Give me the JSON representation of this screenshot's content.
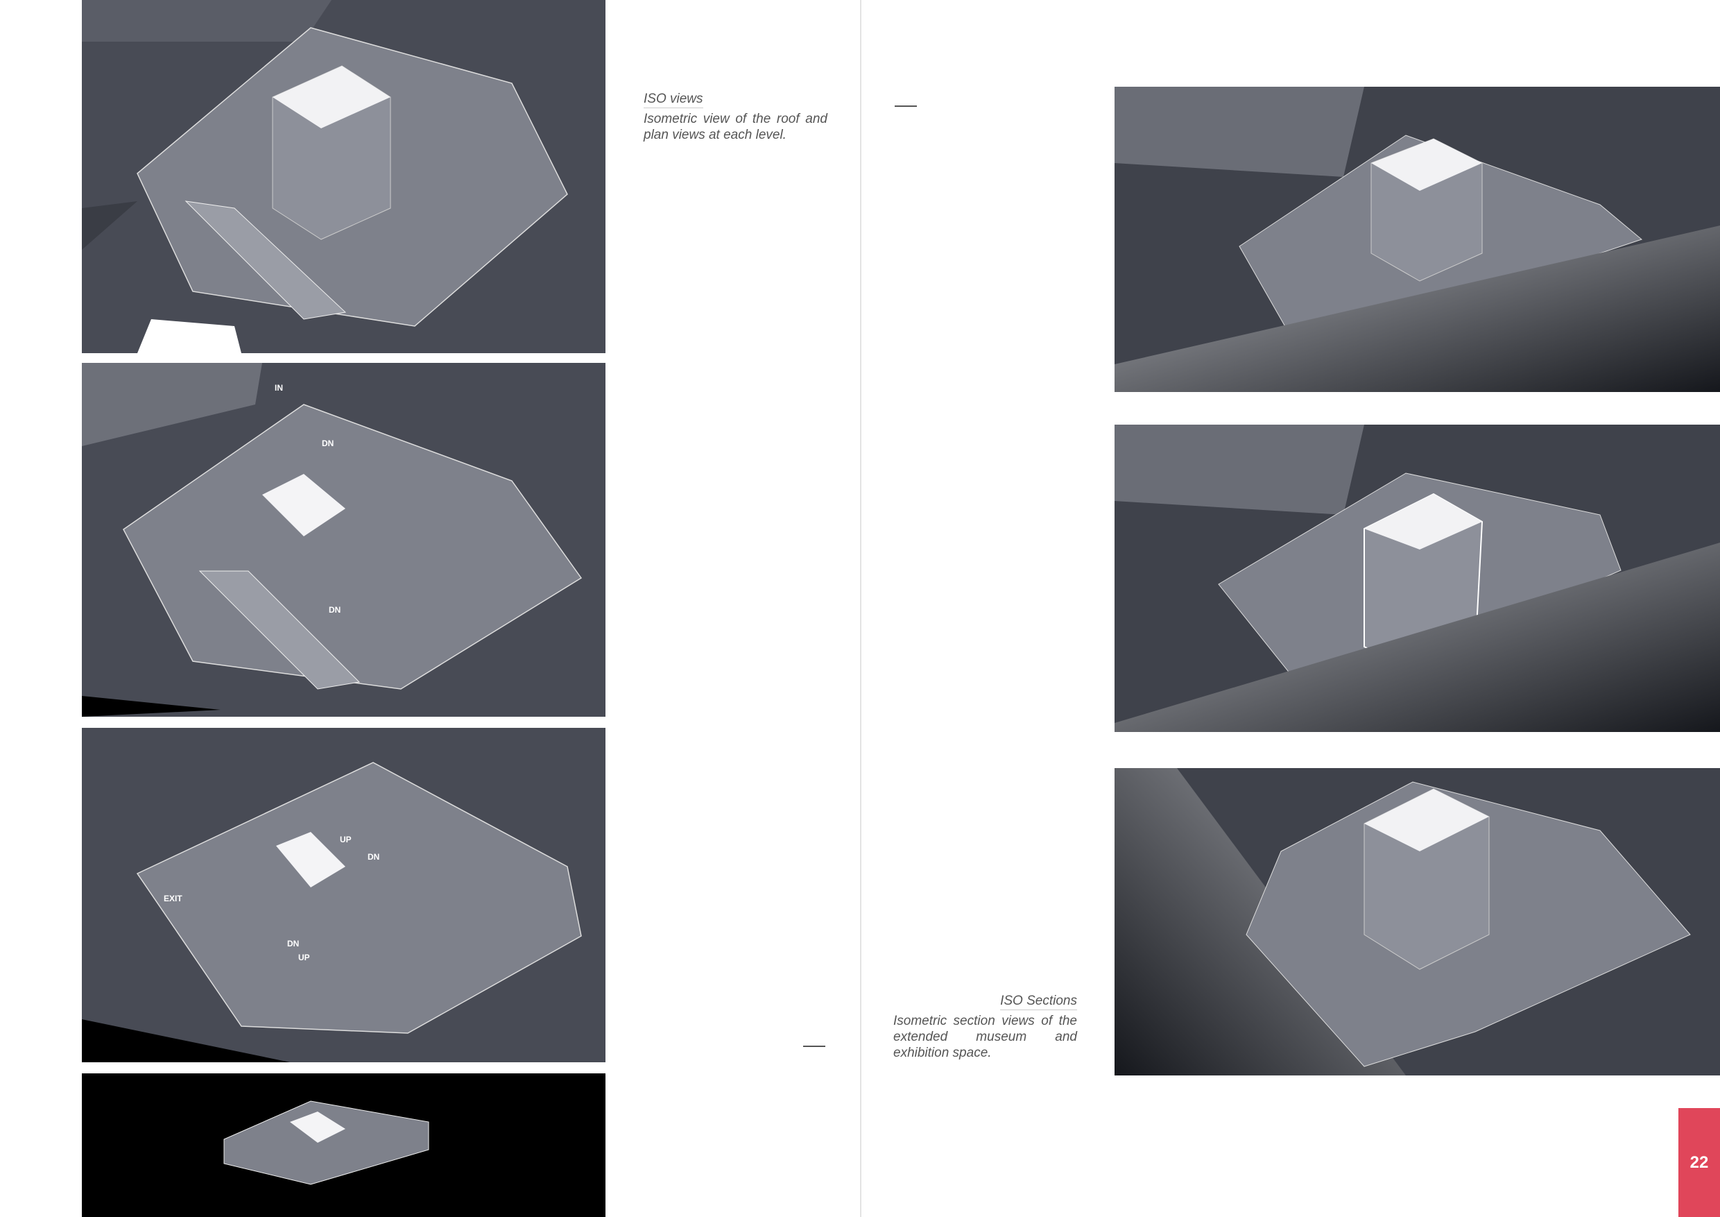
{
  "left_caption": {
    "title": "ISO views",
    "description": "Isometric view of the roof and plan views at each level."
  },
  "right_caption": {
    "title": "ISO Sections",
    "description": "Isometric section views of the extended museum and exhibition space."
  },
  "plan_labels": {
    "level1": [
      "IN",
      "DN",
      "DN"
    ],
    "level2": [
      "UP",
      "DN",
      "EXIT",
      "DN",
      "UP"
    ]
  },
  "page_number": "22",
  "colors": {
    "accent": "#e0465a",
    "panel": "#484b55"
  }
}
